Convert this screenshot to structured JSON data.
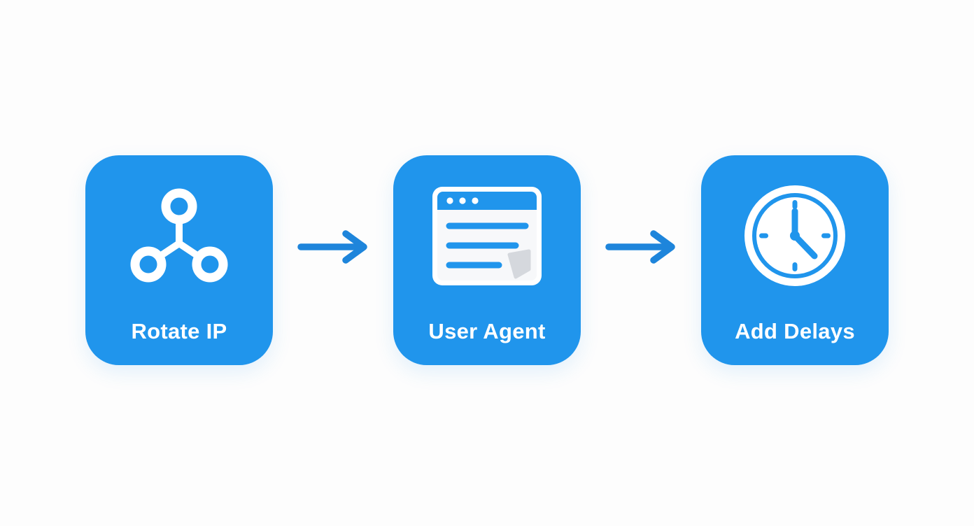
{
  "colors": {
    "background": "#FDFDFD",
    "card": "#2095EC",
    "arrow": "#1E85DB",
    "icon-foreground": "#FFFFFF",
    "browser-body": "#F7F8FA",
    "flag-gray": "#D5D8DD",
    "label-text": "#FFFFFF"
  },
  "diagram": {
    "type": "horizontal-flow",
    "steps": [
      {
        "label": "Rotate IP",
        "icon": "network-nodes-icon"
      },
      {
        "label": "User Agent",
        "icon": "browser-window-icon"
      },
      {
        "label": "Add Delays",
        "icon": "clock-icon"
      }
    ],
    "connectors": [
      {
        "type": "arrow-right"
      },
      {
        "type": "arrow-right"
      }
    ]
  }
}
